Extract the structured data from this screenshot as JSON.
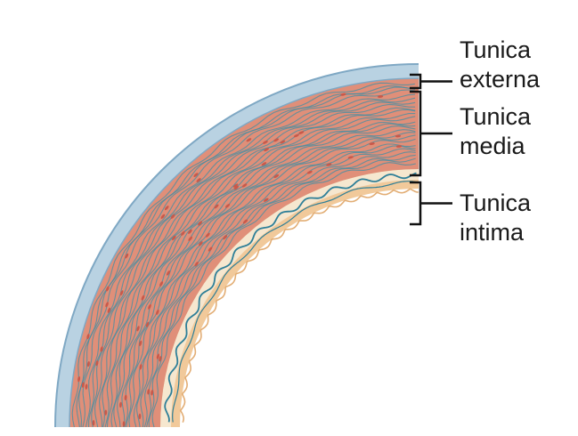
{
  "diagram": {
    "labels": {
      "externa": {
        "line1": "Tunica",
        "line2": "externa"
      },
      "media": {
        "line1": "Tunica",
        "line2": "media"
      },
      "intima": {
        "line1": "Tunica",
        "line2": "intima"
      }
    },
    "colors": {
      "externa_fill": "#b9d2e2",
      "externa_edge": "#7fa8c4",
      "media_fill": "#e08f79",
      "media_fiber": "#3f8fa6",
      "media_cell": "#c9594a",
      "intima_fill": "#f6e7cf",
      "elastic_wave": "#2e7f98",
      "endothelium": "#f1c99a",
      "bracket": "#111111"
    }
  }
}
